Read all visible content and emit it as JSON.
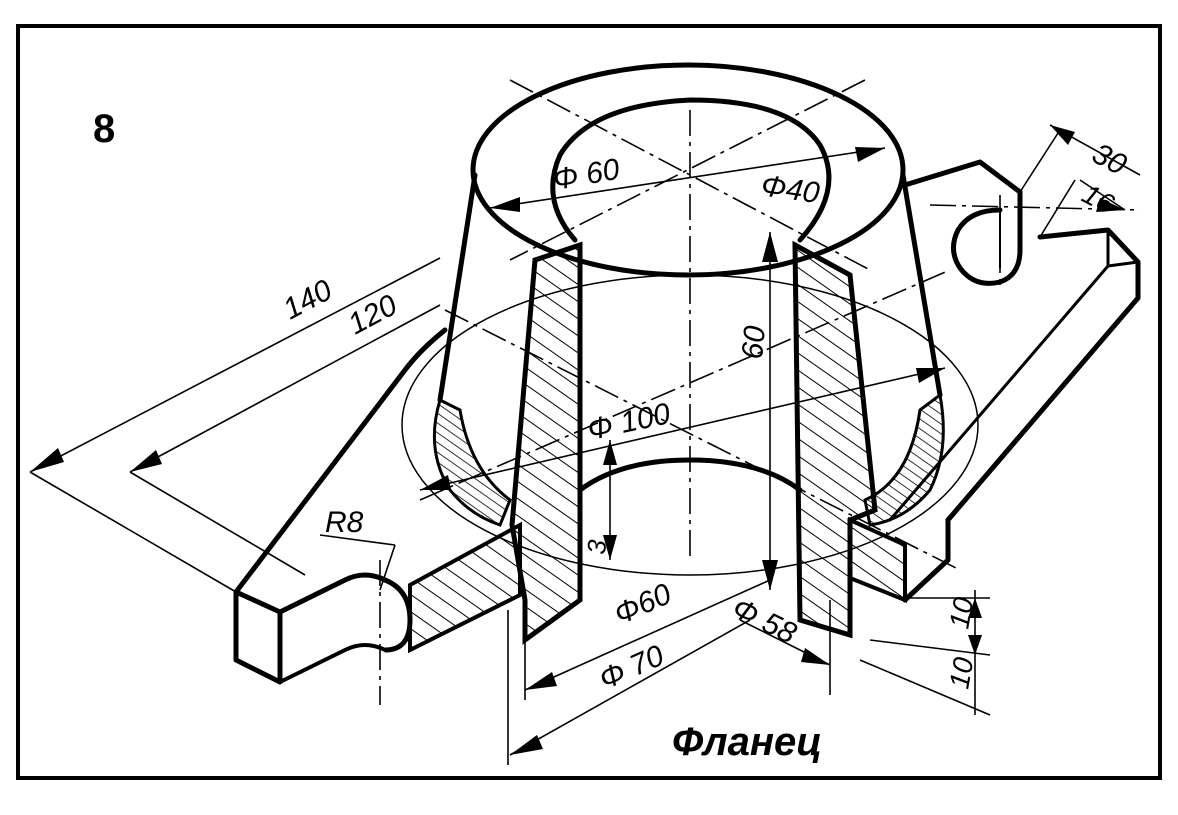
{
  "sheet": {
    "number": "8",
    "title": "Фланец"
  },
  "dimensions": {
    "d60_top": "Φ 60",
    "d40": "Φ40",
    "len140": "140",
    "len120": "120",
    "h60": "60",
    "d100": "Φ 100",
    "r8": "R8",
    "t3": "3",
    "d60_bottom": "Φ60",
    "d70": "Φ 70",
    "d58": "Φ 58",
    "w30": "30",
    "w16": "16",
    "h10_upper": "10",
    "h10_lower": "10"
  },
  "colors": {
    "ink": "#000000",
    "paper": "#ffffff"
  }
}
